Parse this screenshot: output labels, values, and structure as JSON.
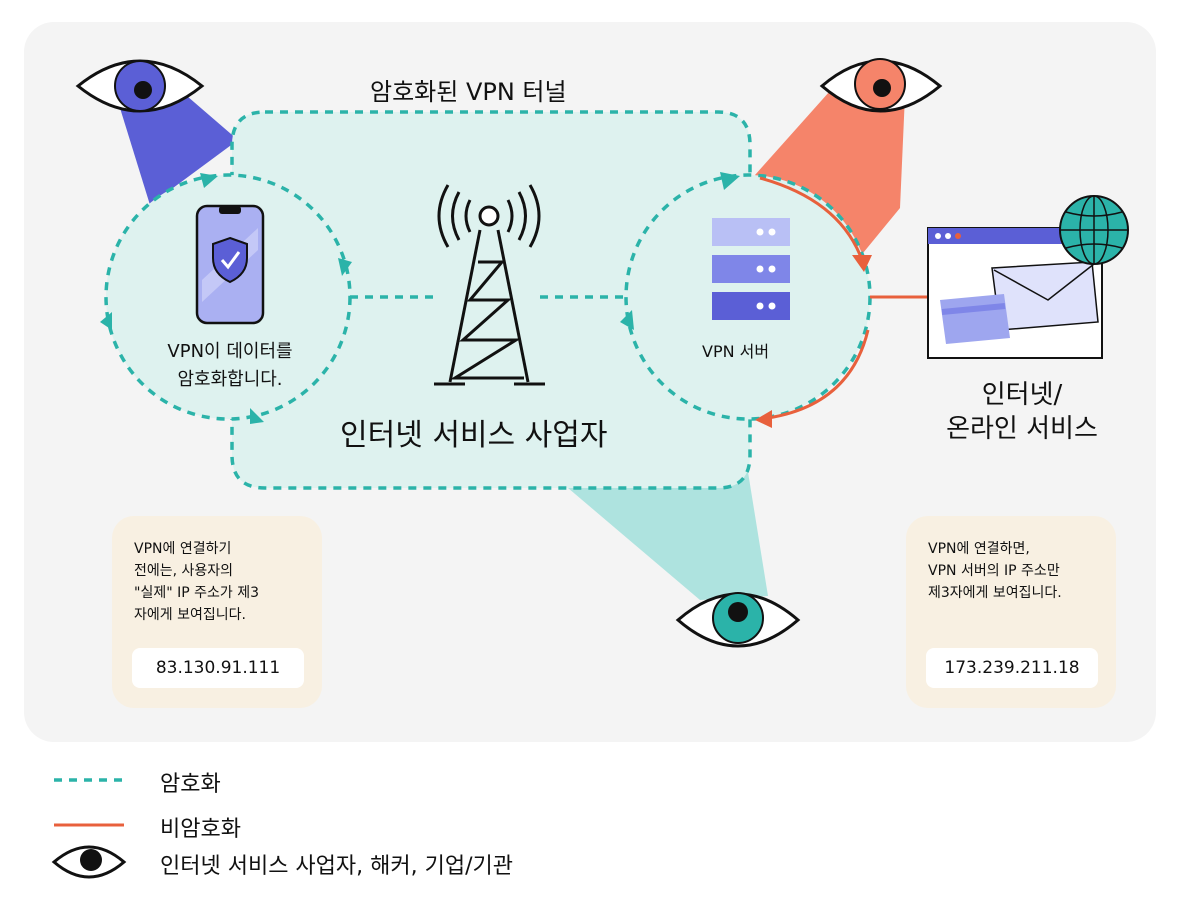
{
  "diagram": {
    "tunnel_title": "암호화된 VPN 터널",
    "phone_caption_line1": "VPN이 데이터를",
    "phone_caption_line2": "암호화합니다.",
    "isp_label": "인터넷 서비스 사업자",
    "server_label": "VPN 서버",
    "internet_label_line1": "인터넷/",
    "internet_label_line2": "온라인 서비스"
  },
  "notes": {
    "before": {
      "line1": "VPN에 연결하기",
      "line2": "전에는, 사용자의",
      "line3": "\"실제\" IP 주소가 제3",
      "line4": "자에게 보여집니다.",
      "ip": "83.130.91.111"
    },
    "after": {
      "line1": "VPN에 연결하면,",
      "line2": "VPN 서버의 IP 주소만",
      "line3": "제3자에게 보여집니다.",
      "ip": "173.239.211.18"
    }
  },
  "legend": {
    "encrypted": "암호화",
    "unencrypted": "비암호화",
    "watchers": "인터넷 서비스 사업자, 해커, 기업/기관"
  },
  "colors": {
    "teal": "#2bb3a9",
    "orange": "#e8603c",
    "purple": "#5b5fd6",
    "tunnel_fill": "#def2ef",
    "panel": "#f4f4f4",
    "note_bg": "#f8f0e2"
  },
  "icons": {
    "phone": "smartphone-shield-icon",
    "tower": "cell-tower-icon",
    "server": "server-rack-icon",
    "browser": "browser-window-icon",
    "globe": "globe-icon",
    "eye": "eye-icon"
  }
}
